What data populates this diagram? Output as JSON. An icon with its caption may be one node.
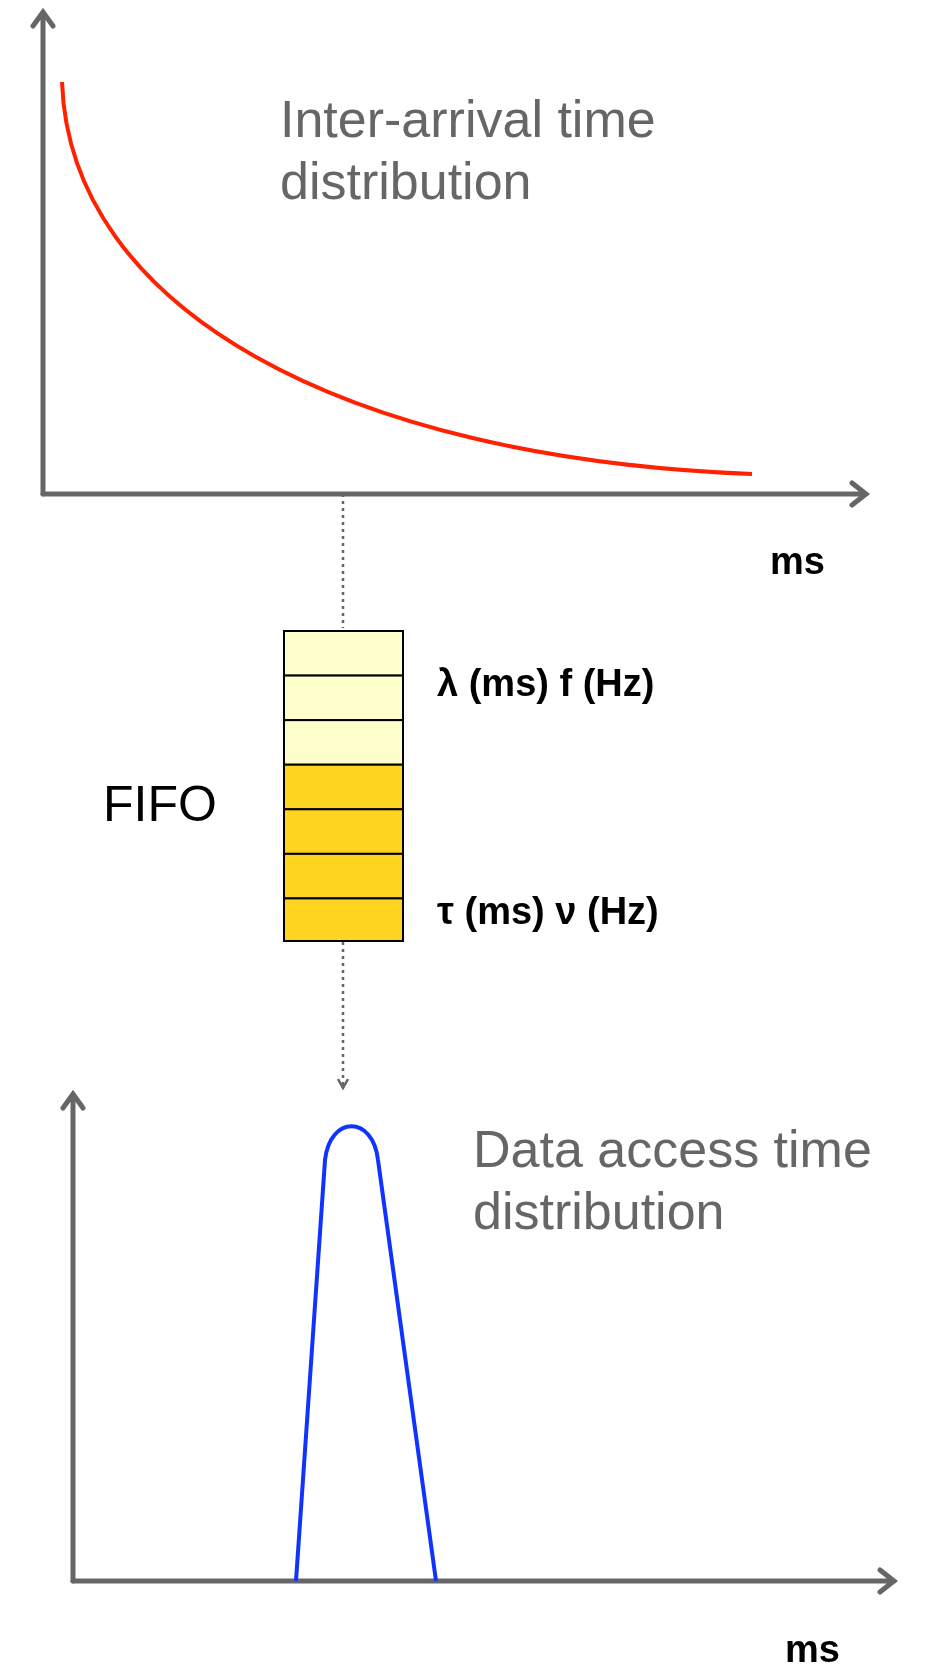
{
  "diagram": {
    "nodes": [
      {
        "text": [],
        "shape": "picture"
      },
      {
        "text": [],
        "shape": "box",
        "beside": [
          "FIFO",
          "λ (ms)  f (Hz)",
          "τ (ms)  ν (Hz)"
        ]
      },
      {
        "text": [],
        "shape": "picture"
      }
    ],
    "edges": [
      {
        "from": 0,
        "to": 1,
        "arrow": "none",
        "style": "dashed"
      },
      {
        "from": 1,
        "to": 2,
        "arrow": "to",
        "style": "dashed"
      }
    ],
    "labels": [
      "Inter-arrival time distribution",
      "ms",
      "Data access time distribution",
      "ms"
    ]
  }
}
